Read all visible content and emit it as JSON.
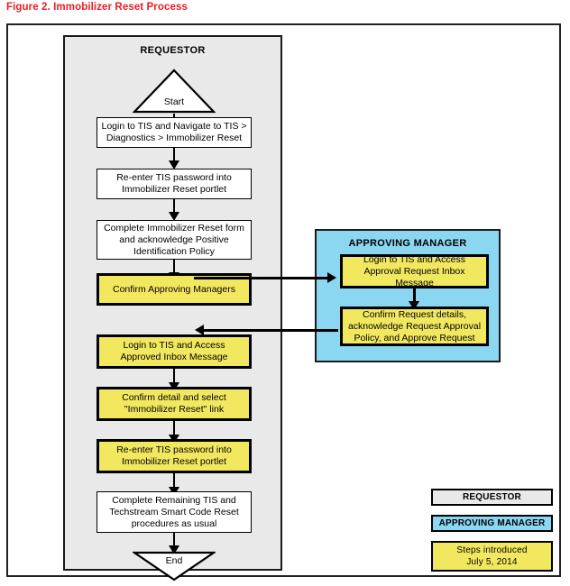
{
  "figure": {
    "title": "Figure 2.  Immobilizer Reset Process",
    "title_color": "#ED1C24"
  },
  "colors": {
    "requestor_lane": "#E9E9E9",
    "approving_lane": "#8BD7F2",
    "new_step": "#F2E85F",
    "line": "#000000"
  },
  "lanes": [
    {
      "id": "requestor",
      "title": "REQUESTOR"
    },
    {
      "id": "approving_manager",
      "title": "APPROVING MANAGER"
    }
  ],
  "requestor_flow": {
    "start_label": "Start",
    "end_label": "End",
    "steps": [
      {
        "text": "Login to TIS and Navigate to TIS > Diagnostics > Immobilizer Reset",
        "highlight": false
      },
      {
        "text": "Re-enter TIS password into Immobilizer Reset portlet",
        "highlight": false
      },
      {
        "text": "Complete Immobilizer Reset form and acknowledge Positive Identification Policy",
        "highlight": false
      },
      {
        "text": "Confirm Approving Managers",
        "highlight": true
      },
      {
        "text": "Login to TIS and Access Approved Inbox Message",
        "highlight": true
      },
      {
        "text": "Confirm detail and select \"Immobilizer Reset\" link",
        "highlight": true
      },
      {
        "text": "Re-enter TIS password into Immobilizer Reset portlet",
        "highlight": true
      },
      {
        "text": "Complete Remaining TIS and Techstream Smart Code Reset procedures as usual",
        "highlight": false
      }
    ]
  },
  "approving_manager_flow": {
    "steps": [
      {
        "text": "Login to TIS and Access Approval Request Inbox Message",
        "highlight": true
      },
      {
        "text": "Confirm Request details, acknowledge Request Approval Policy, and Approve Request",
        "highlight": true
      }
    ]
  },
  "legend": {
    "items": [
      {
        "label": "REQUESTOR",
        "swatch": "#E9E9E9"
      },
      {
        "label": "APPROVING MANAGER",
        "swatch": "#8BD7F2"
      },
      {
        "label": "Steps introduced\nJuly 5, 2014",
        "swatch": "#F2E85F"
      }
    ],
    "steps_line1": "Steps introduced",
    "steps_line2": "July 5, 2014"
  }
}
